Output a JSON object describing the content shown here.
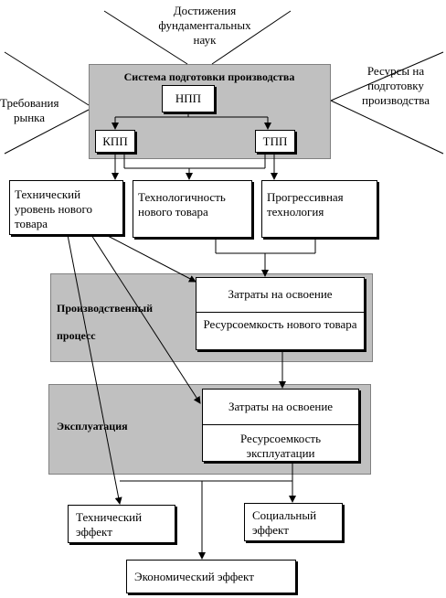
{
  "top_source": "Достижения фундаментальных наук",
  "left_source": "Требования рынка",
  "right_source": "Ресурсы на подготовку производства",
  "prep_system": {
    "title": "Система подготовки производства",
    "npp": "НПП",
    "kpp": "КПП",
    "tpp": "ТПП"
  },
  "factors": {
    "tech_level": "Технический уровень нового товара",
    "manufacturability": "Технологичность нового товара",
    "progressive_tech": "Прогрессивная технология"
  },
  "production": {
    "label": "Производственный процесс",
    "costs": "Затраты на освоение",
    "resource_intensity": "Ресурсоемкость нового товара"
  },
  "operation": {
    "label": "Эксплуатация",
    "costs": "Затраты на освоение",
    "resource_intensity": "Ресурсоемкость эксплуатации"
  },
  "effects": {
    "technical": "Технический эффект",
    "social": "Социальный эффект",
    "economic": "Экономический эффект"
  }
}
